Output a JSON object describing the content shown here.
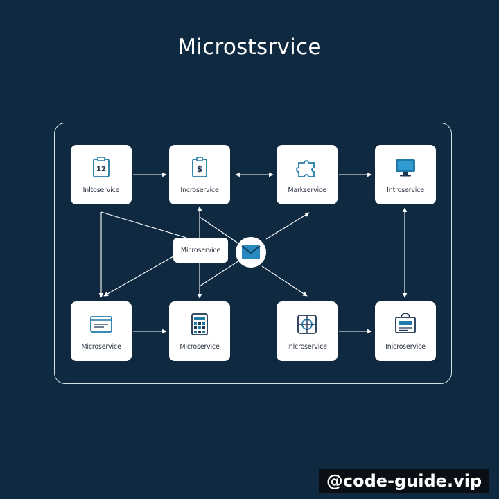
{
  "diagram": {
    "title": "Microstsrvice",
    "nodes": [
      {
        "label": "Inltoservice",
        "icon": "clipboard-12-icon"
      },
      {
        "label": "Incroservice",
        "icon": "dollar-document-icon"
      },
      {
        "label": "Markservice",
        "icon": "puzzle-icon"
      },
      {
        "label": "Introservice",
        "icon": "monitor-icon"
      },
      {
        "label": "Microservice",
        "icon": "browser-window-icon"
      },
      {
        "label": "Microservice",
        "icon": "calculator-grid-icon"
      },
      {
        "label": "Inlcroservice",
        "icon": "target-grid-icon"
      },
      {
        "label": "Inicroservice",
        "icon": "id-card-icon"
      }
    ],
    "center_pill": {
      "label": "Microservice"
    },
    "center_icon": "envelope-icon",
    "colors": {
      "background": "#0f2a40",
      "card": "#ffffff",
      "icon_accent": "#1f7aa8"
    }
  },
  "watermark": {
    "text": "@code-guide.vip"
  }
}
